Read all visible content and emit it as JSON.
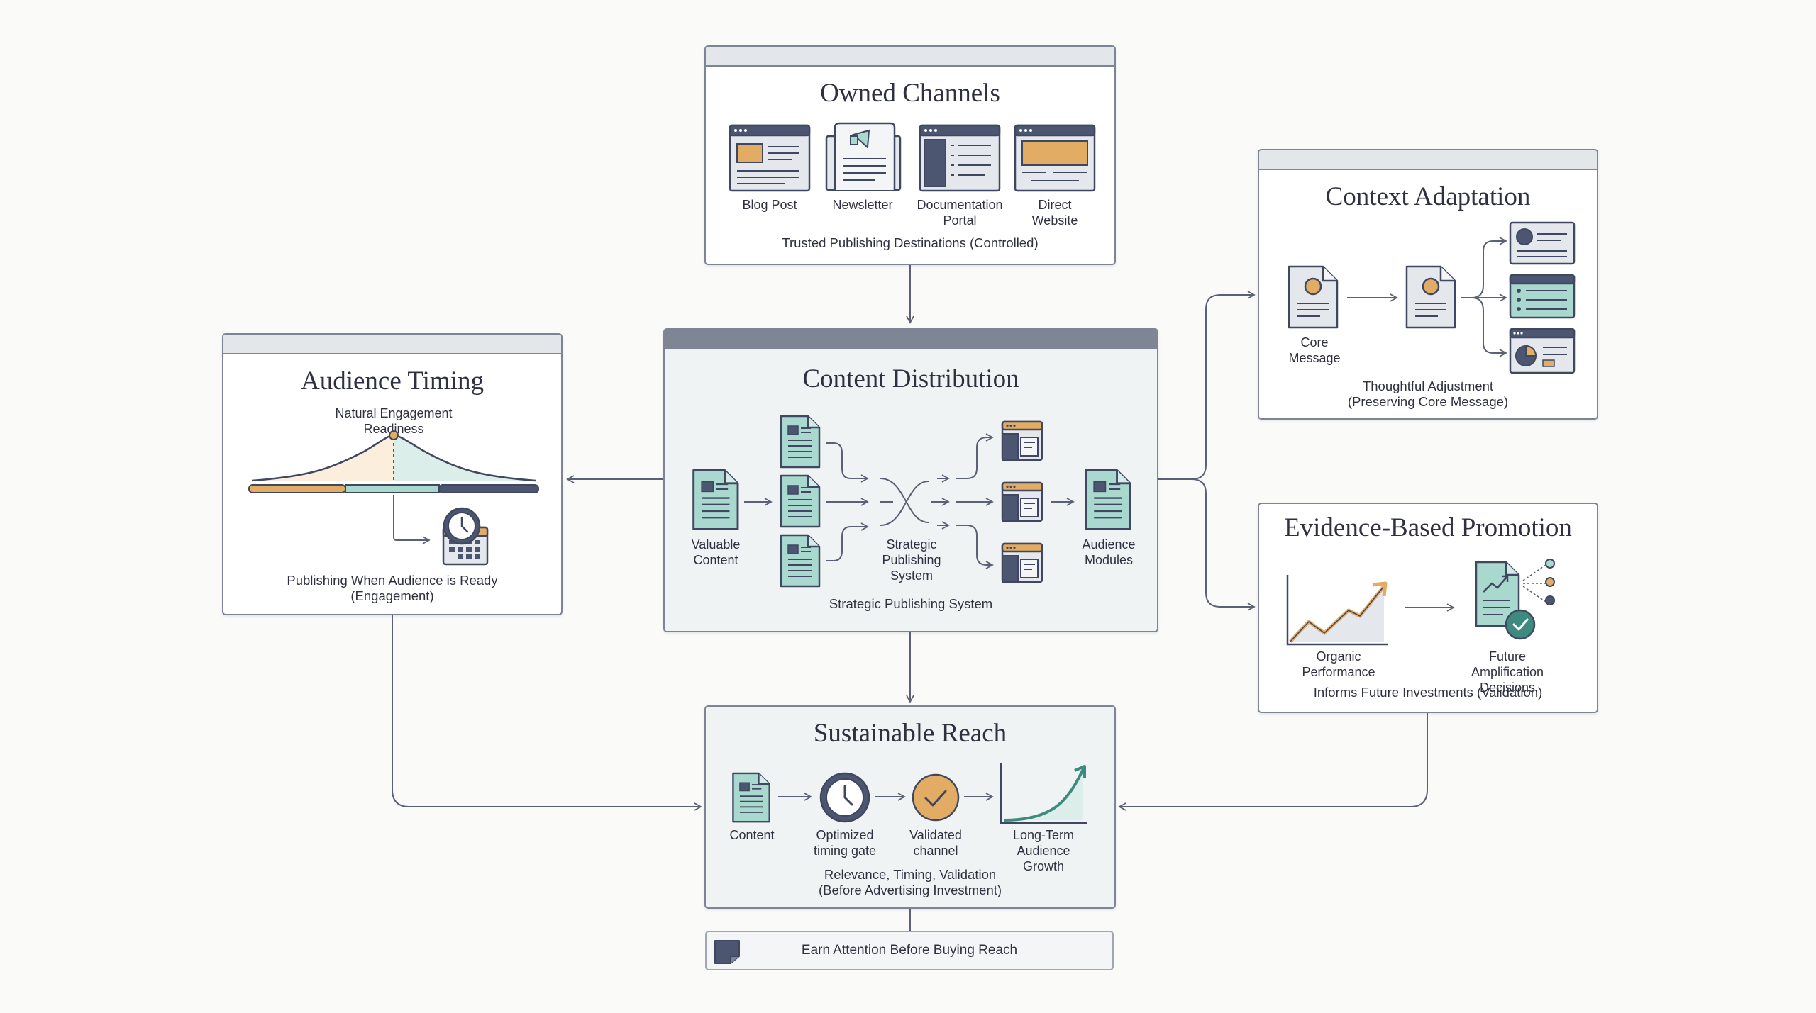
{
  "colors": {
    "stroke": "#4a5265",
    "teal": "#a9d8cf",
    "teal_dark": "#3f8a7e",
    "orange": "#e3ac64",
    "navy": "#4d5670",
    "panel_bar": "#e4e7ea",
    "panel_bar_dark": "#7e8593",
    "background": "#fafaf9"
  },
  "owned_channels": {
    "title": "Owned Channels",
    "items": [
      {
        "label": "Blog Post",
        "icon": "blog-post-icon"
      },
      {
        "label": "Newsletter",
        "icon": "newsletter-icon"
      },
      {
        "label": "Documentation\nPortal",
        "icon": "documentation-portal-icon"
      },
      {
        "label": "Direct Website",
        "icon": "direct-website-icon"
      }
    ],
    "caption": "Trusted Publishing Destinations (Controlled)"
  },
  "context_adaptation": {
    "title": "Context Adaptation",
    "core_label": "Core\nMessage",
    "caption": "Thoughtful Adjustment\n(Preserving Core Message)"
  },
  "audience_timing": {
    "title": "Audience Timing",
    "curve_label": "Natural Engagement\nReadiness",
    "caption": "Publishing When Audience is Ready\n(Engagement)"
  },
  "content_distribution": {
    "title": "Content Distribution",
    "valuable_content": "Valuable\nContent",
    "strategic_label": "Strategic\nPublishing\nSystem",
    "audience_modules": "Audience\nModules",
    "caption": "Strategic Publishing System"
  },
  "evidence_promotion": {
    "title": "Evidence-Based Promotion",
    "organic_label": "Organic\nPerformance",
    "future_label": "Future Amplification\nDecisions",
    "caption": "Informs Future Investments (Validation)"
  },
  "sustainable_reach": {
    "title": "Sustainable Reach",
    "steps": [
      {
        "label": "Content",
        "icon": "document-icon"
      },
      {
        "label": "Optimized\ntiming gate",
        "icon": "clock-icon"
      },
      {
        "label": "Validated\nchannel",
        "icon": "check-circle-icon"
      },
      {
        "label": "Long-Term\nAudience Growth",
        "icon": "growth-curve-icon"
      }
    ],
    "caption": "Relevance, Timing, Validation\n(Before Advertising Investment)"
  },
  "footer": {
    "text": "Earn Attention Before Buying Reach",
    "icon": "note-icon"
  }
}
